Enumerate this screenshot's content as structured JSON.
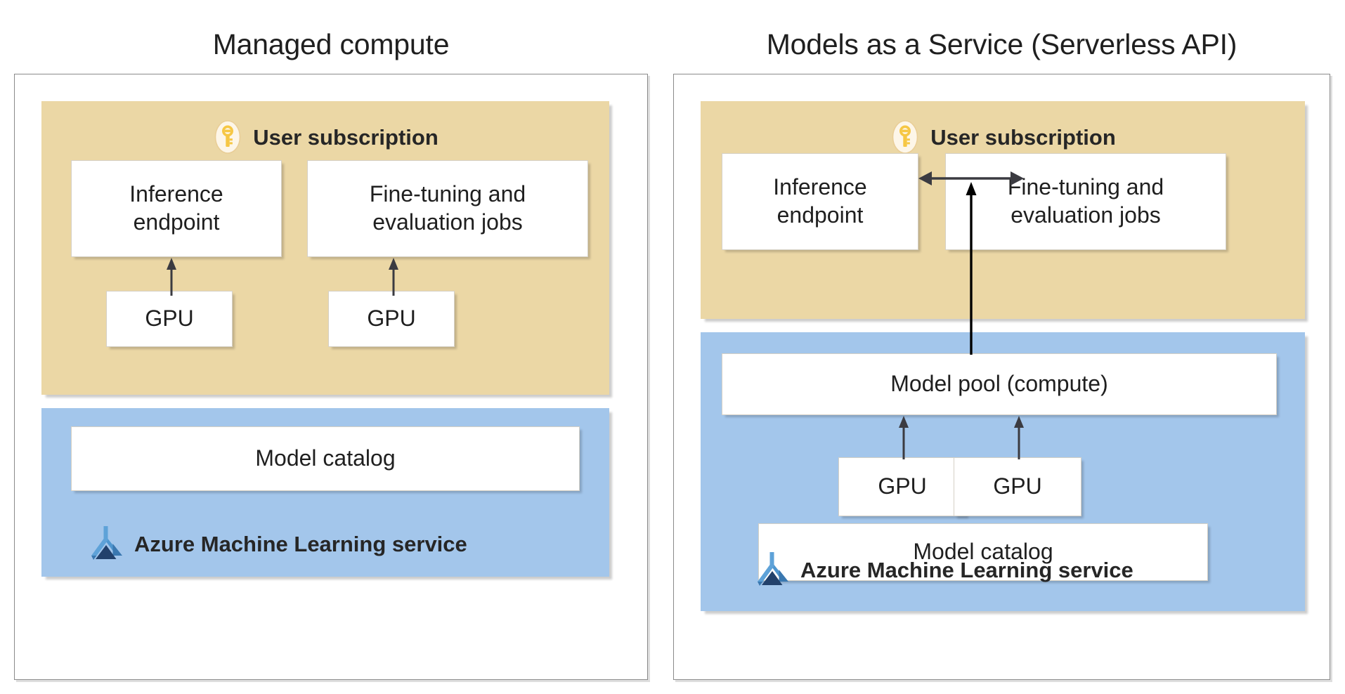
{
  "diagram": {
    "panels": [
      {
        "id": "managed-compute",
        "title": "Managed compute",
        "groups": [
          {
            "id": "user-subscription-left",
            "kind": "tan",
            "header_label": "User subscription",
            "header_icon": "key-icon",
            "nodes": [
              {
                "id": "inference-endpoint",
                "lines": [
                  "Inference",
                  "endpoint"
                ]
              },
              {
                "id": "fine-tuning-jobs",
                "lines": [
                  "Fine-tuning and",
                  "evaluation jobs"
                ]
              },
              {
                "id": "gpu-1",
                "lines": [
                  "GPU"
                ]
              },
              {
                "id": "gpu-2",
                "lines": [
                  "GPU"
                ]
              }
            ]
          },
          {
            "id": "azure-ml-left",
            "kind": "blue",
            "header_label": "Azure Machine Learning service",
            "header_icon": "azure-machine-learning-icon",
            "nodes": [
              {
                "id": "model-catalog",
                "lines": [
                  "Model catalog"
                ]
              }
            ]
          }
        ],
        "arrows": [
          {
            "id": "gpu1-to-inference",
            "from": "gpu-1",
            "to": "inference-endpoint",
            "style": "single-up"
          },
          {
            "id": "gpu2-to-finetune",
            "from": "gpu-2",
            "to": "fine-tuning-jobs",
            "style": "single-up"
          }
        ]
      },
      {
        "id": "models-as-a-service",
        "title": "Models as a Service (Serverless API)",
        "groups": [
          {
            "id": "user-subscription-right",
            "kind": "tan",
            "header_label": "User subscription",
            "header_icon": "key-icon",
            "nodes": [
              {
                "id": "inference-endpoint",
                "lines": [
                  "Inference",
                  "endpoint"
                ]
              },
              {
                "id": "fine-tuning-jobs",
                "lines": [
                  "Fine-tuning and",
                  "evaluation jobs"
                ]
              }
            ]
          },
          {
            "id": "azure-ml-right",
            "kind": "blue",
            "header_label": "Azure Machine Learning service",
            "header_icon": "azure-machine-learning-icon",
            "nodes": [
              {
                "id": "model-pool",
                "lines": [
                  "Model pool (compute)"
                ]
              },
              {
                "id": "gpu-1",
                "lines": [
                  "GPU"
                ]
              },
              {
                "id": "gpu-2",
                "lines": [
                  "GPU"
                ]
              },
              {
                "id": "model-catalog",
                "lines": [
                  "Model catalog"
                ]
              }
            ]
          }
        ],
        "arrows": [
          {
            "id": "gpu1-to-pool",
            "from": "gpu-1",
            "to": "model-pool",
            "style": "single-up"
          },
          {
            "id": "gpu2-to-pool",
            "from": "gpu-2",
            "to": "model-pool",
            "style": "single-up"
          },
          {
            "id": "pool-to-user-subscription",
            "from": "model-pool",
            "to": "user-subscription-right",
            "style": "single-up-long"
          },
          {
            "id": "inference-finetune-link",
            "from": "inference-endpoint",
            "to": "fine-tuning-jobs",
            "style": "double-horizontal"
          }
        ]
      }
    ]
  },
  "colors": {
    "tan_fill": "#EBD7A5",
    "blue_fill": "#A3C6EB",
    "node_fill": "#FFFFFF",
    "panel_border": "#8A8A8A",
    "text": "#262626",
    "arrow": "#3B3B41",
    "key_gold": "#F5C245",
    "key_bg": "#FDF6E3",
    "aml_light_blue": "#4F96CF",
    "aml_dark_navy": "#22416B"
  }
}
